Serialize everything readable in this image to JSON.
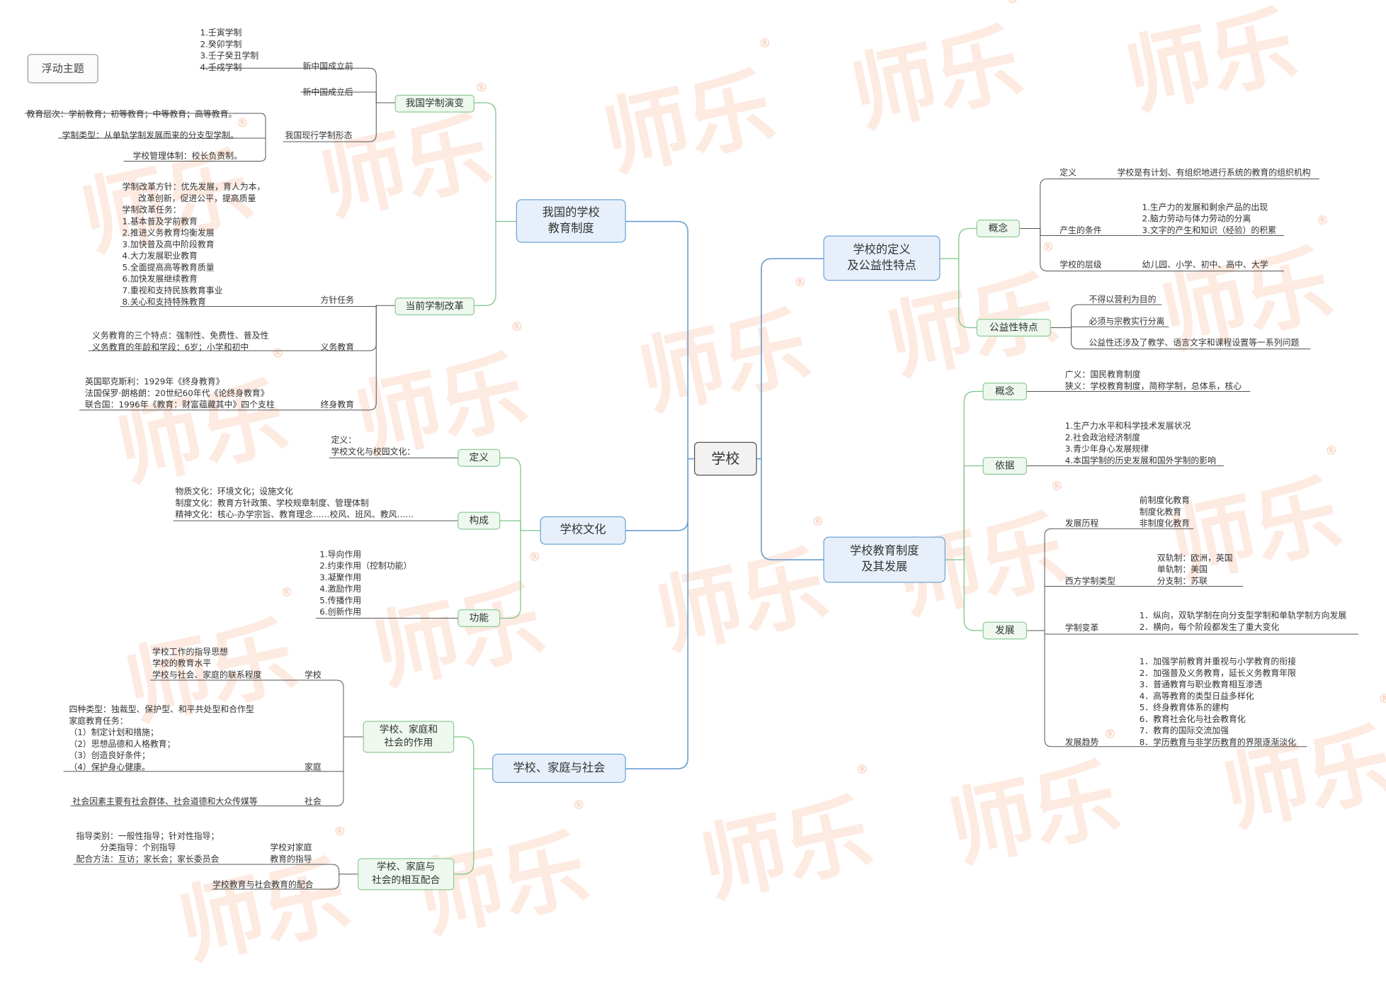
{
  "floating_topic": "浮动主题",
  "root": "学校",
  "watermark": {
    "text": "师乐",
    "mark": "®",
    "color": "#f4a078"
  },
  "branches": {
    "system": {
      "title": "我国的学校\n教育制度",
      "evolution": {
        "title": "我国学制演变",
        "before_1949": {
          "label": "新中国成立前",
          "items": [
            "1.壬寅学制",
            "2.癸卯学制",
            "3.壬子癸丑学制",
            "4.壬戌学制"
          ]
        },
        "after_1949": {
          "label": "新中国成立后"
        },
        "current": {
          "label": "我国现行学制形态",
          "items": [
            "教育层次：学前教育；初等教育；中等教育；高等教育。",
            "学制类型：从单轨学制发展而来的分支型学制。",
            "学校管理体制：校长负责制。"
          ]
        }
      },
      "reform": {
        "title": "当前学制改革",
        "policy": {
          "label": "方针任务",
          "text": "学制改革方针：优先发展，育人为本，\n      改革创新，促进公平，提高质量\n学制改革任务：\n1.基本普及学前教育\n2.推进义务教育均衡发展\n3.加快普及高中阶段教育\n4.大力发展职业教育\n5.全面提高高等教育质量\n6.加快发展继续教育\n7.重视和支持民族教育事业\n8.关心和支持特殊教育"
        },
        "compulsory": {
          "label": "义务教育",
          "text": "义务教育的三个特点：强制性、免费性、普及性\n义务教育的年龄和学段：6岁；小学和初中"
        },
        "lifelong": {
          "label": "终身教育",
          "text": "英国耶克斯利：1929年《终身教育》\n法国保罗·朗格朗：20世纪60年代《论终身教育》\n联合国：1996年《教育：财富蕴藏其中》四个支柱"
        }
      }
    },
    "culture": {
      "title": "学校文化",
      "definition": {
        "title": "定义",
        "text": "定义：\n学校文化与校园文化："
      },
      "composition": {
        "title": "构成",
        "text": "物质文化：环境文化；设施文化\n制度文化：教育方针政策、学校规章制度、管理体制\n精神文化：核心-办学宗旨、教育理念……校风、班风、教风……"
      },
      "function": {
        "title": "功能",
        "text": "1.导向作用\n2.约束作用（控制功能）\n3.凝聚作用\n4.激励作用\n5.传播作用\n6.创新作用"
      }
    },
    "society": {
      "title": "学校、家庭与社会",
      "roles": {
        "title": "学校、家庭和\n社会的作用",
        "school": {
          "label": "学校",
          "text": "学校工作的指导思想\n学校的教育水平\n学校与社会、家庭的联系程度"
        },
        "family": {
          "label": "家庭",
          "text": "四种类型：独裁型、保护型、和平共处型和合作型\n家庭教育任务：\n（1）制定计划和措施；\n（2）思想品德和人格教育；\n（3）创造良好条件；\n（4）保护身心健康。"
        },
        "social": {
          "label": "社会",
          "text": "社会因素主要有社会群体、社会道德和大众传媒等"
        }
      },
      "cooperation": {
        "title": "学校、家庭与\n社会的相互配合",
        "guide": {
          "label": "学校对家庭\n教育的指导",
          "text": "指导类别：一般性指导；针对性指导；\n         分类指导：个别指导\n配合方法：互访；家长会；家长委员会"
        },
        "coordinate": {
          "label": "学校教育与社会教育的配合"
        }
      }
    },
    "definition": {
      "title": "学校的定义\n及公益性特点",
      "concept": {
        "title": "概念",
        "rows": [
          {
            "label": "定义",
            "text": "学校是有计划、有组织地进行系统的教育的组织机构"
          },
          {
            "label": "产生的条件",
            "text": "1.生产力的发展和剩余产品的出现\n2.脑力劳动与体力劳动的分离\n3.文字的产生和知识（经验）的积累"
          },
          {
            "label": "学校的层级",
            "text": "幼儿园、小学、初中、高中、大学"
          }
        ]
      },
      "public": {
        "title": "公益性特点",
        "items": [
          "不得以营利为目的",
          "必须与宗教实行分离",
          "公益性还涉及了教学、语言文字和课程设置等一系列问题"
        ]
      }
    },
    "development": {
      "title": "学校教育制度\n及其发展",
      "concept": {
        "title": "概念",
        "text": "广义：国民教育制度\n狭义：学校教育制度，简称学制，总体系，核心"
      },
      "basis": {
        "title": "依据",
        "text": "1.生产力水平和科学技术发展状况\n2.社会政治经济制度\n3.青少年身心发展规律\n4.本国学制的历史发展和国外学制的影响"
      },
      "growth": {
        "title": "发展",
        "history": {
          "label": "发展历程",
          "text": "前制度化教育\n制度化教育\n非制度化教育"
        },
        "western": {
          "label": "西方学制类型",
          "text": "双轨制：欧洲，英国\n单轨制：美国\n分支制：苏联"
        },
        "change": {
          "label": "学制变革",
          "text": "1．纵向，双轨学制在向分支型学制和单轨学制方向发展\n2．横向，每个阶段都发生了重大变化"
        },
        "trend": {
          "label": "发展趋势",
          "text": "1．加强学前教育并重视与小学教育的衔接\n2．加强普及义务教育，延长义务教育年限\n3．普通教育与职业教育相互渗透\n4．高等教育的类型日益多样化\n5．终身教育体系的建构\n6．教育社会化与社会教育化\n7．教育的国际交流加强\n8．学历教育与非学历教育的界限逐渐淡化"
        }
      }
    }
  }
}
